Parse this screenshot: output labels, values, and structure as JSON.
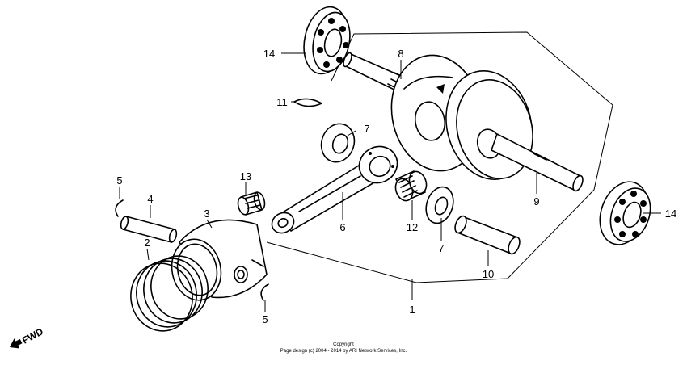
{
  "callouts": {
    "c1": "1",
    "c2": "2",
    "c3": "3",
    "c4": "4",
    "c5a": "5",
    "c5b": "5",
    "c6": "6",
    "c7a": "7",
    "c7b": "7",
    "c8": "8",
    "c9": "9",
    "c10": "10",
    "c11": "11",
    "c12": "12",
    "c13": "13",
    "c14a": "14",
    "c14b": "14"
  },
  "direction_label": "FWD",
  "copyright": {
    "line1": "Copyright",
    "line2": "Page design (c) 2004 - 2014 by ARI Network Services, Inc."
  }
}
